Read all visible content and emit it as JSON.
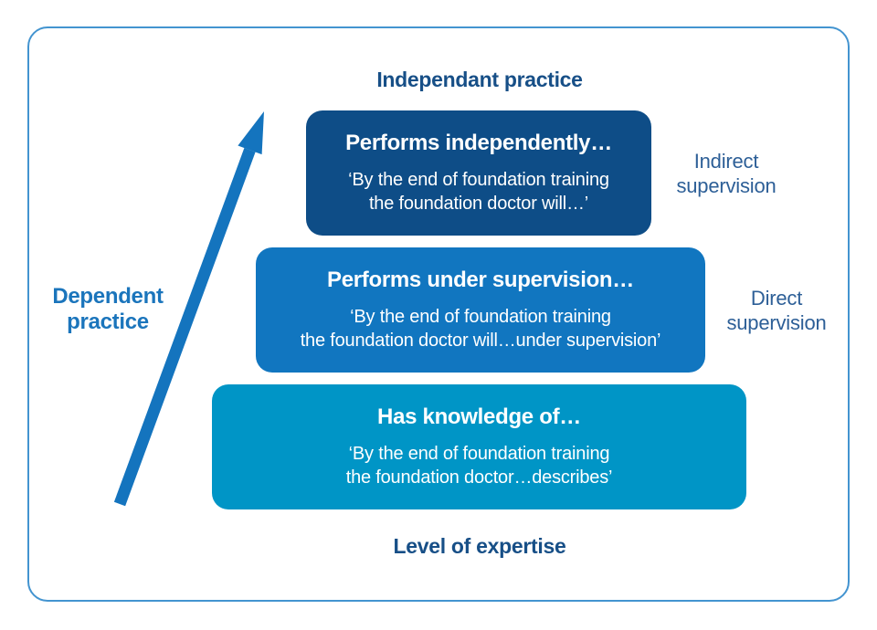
{
  "page": {
    "background": "#ffffff",
    "border_color": "#4394d0"
  },
  "title": "Independant practice",
  "bottom_label": "Level of expertise",
  "left_label": {
    "line1": "Dependent",
    "line2": "practice"
  },
  "arrow": {
    "description": "upward diagonal arrow from dependent practice toward independent practice",
    "color": "#1474be"
  },
  "levels": [
    {
      "heading": "Performs independently…",
      "quote_line1": "‘By the end of foundation training",
      "quote_line2": "the foundation doctor will…’",
      "color": "#0e4d87",
      "side_label": {
        "line1": "Indirect",
        "line2": "supervision"
      }
    },
    {
      "heading": "Performs under supervision…",
      "quote_line1": "‘By the end of foundation training",
      "quote_line2": "the foundation doctor will…under supervision’",
      "color": "#1176c0",
      "side_label": {
        "line1": "Direct",
        "line2": "supervision"
      }
    },
    {
      "heading": "Has knowledge of…",
      "quote_line1": "‘By the end of foundation training",
      "quote_line2": "the foundation doctor…describes’",
      "color": "#0095c6"
    }
  ],
  "text_colors": {
    "title": "#174f87",
    "side_labels": "#2d5f97",
    "left_label": "#1b75bc",
    "box_text": "#ffffff"
  }
}
